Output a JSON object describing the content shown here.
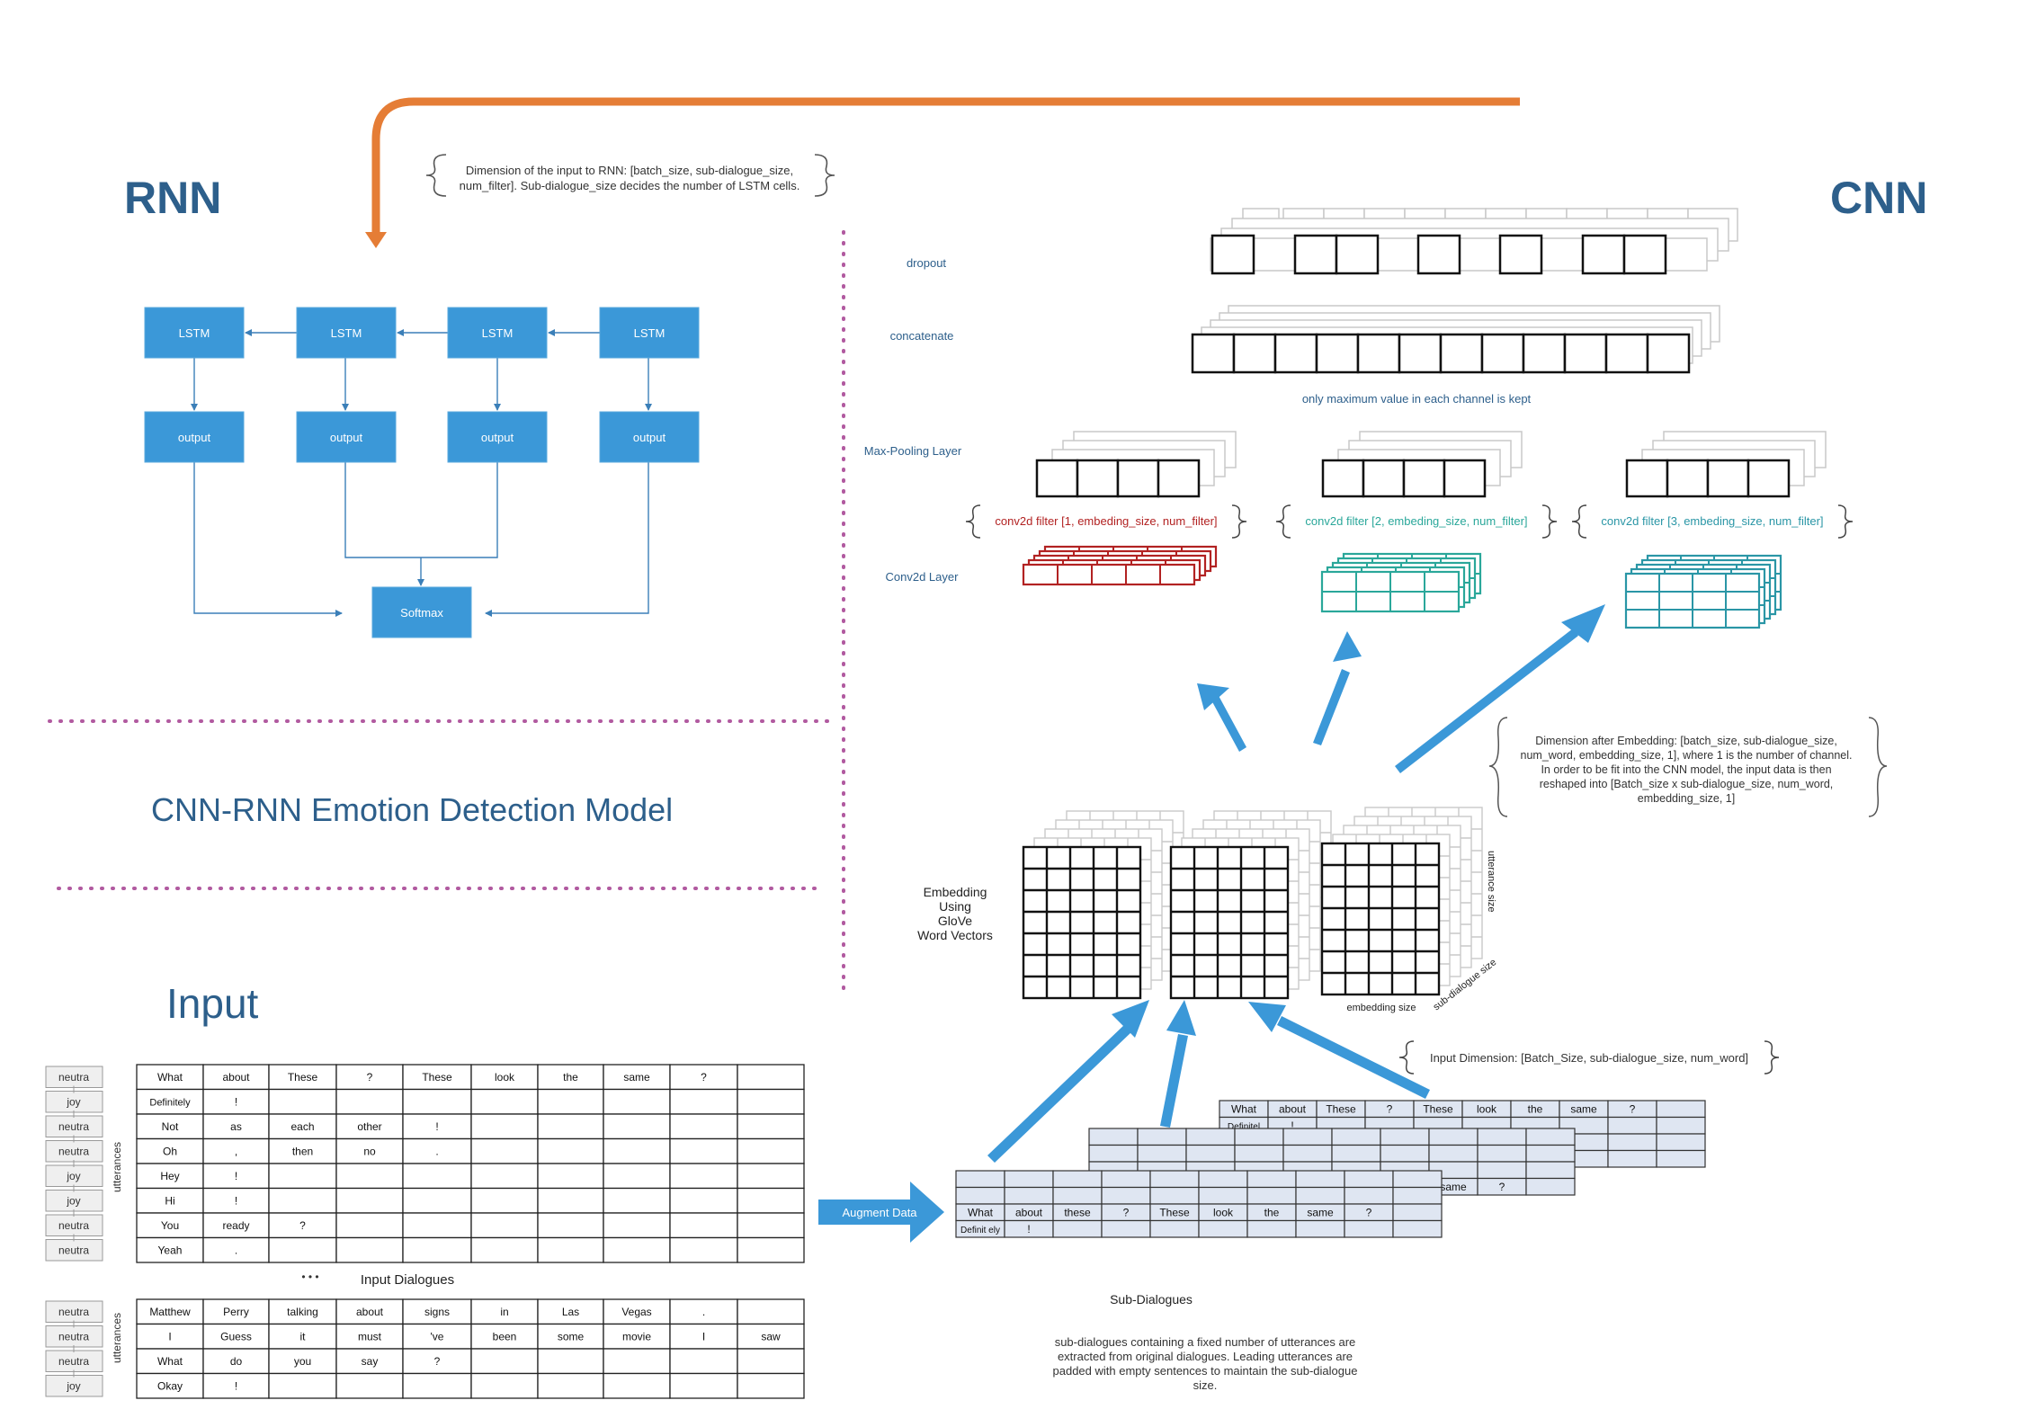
{
  "sections": {
    "rnn": "RNN",
    "cnn": "CNN",
    "model_title": "CNN-RNN Emotion Detection Model",
    "input": "Input"
  },
  "rnn": {
    "dimension_note_1": "Dimension of the input to RNN: [batch_size, sub-dialogue_size,",
    "dimension_note_2": "num_filter]. Sub-dialogue_size decides the number of LSTM cells.",
    "lstm_label": "LSTM",
    "output_label": "output",
    "softmax_label": "Softmax"
  },
  "cnn": {
    "layer_dropout": "dropout",
    "layer_concatenate": "concatenate",
    "layer_maxpool": "Max-Pooling Layer",
    "layer_conv2d": "Conv2d Layer",
    "max_note": "only maximum value in each channel is kept",
    "filters": [
      "conv2d filter [1, embeding_size, num_filter]",
      "conv2d filter [2, embeding_size, num_filter]",
      "conv2d filter [3, embeding_size, num_filter]"
    ],
    "embed_note": [
      "Dimension after Embedding: [batch_size, sub-dialogue_size,",
      "num_word, embedding_size, 1], where 1 is the number of channel.",
      "In order to be fit into the CNN model, the input data is then",
      "reshaped into [Batch_size x sub-dialogue_size, num_word,",
      "embedding_size, 1]"
    ],
    "embedding_label": [
      "Embedding",
      "Using",
      "GloVe",
      "Word Vectors"
    ],
    "utterance_size": "utterance size",
    "embedding_size": "embedding size",
    "subdialogue_size": "sub-dialogue size",
    "input_dim": "Input Dimension: [Batch_Size, sub-dialogue_size, num_word]"
  },
  "input": {
    "utterances_label": "utterances",
    "dialogue1_emotions": [
      "neutra",
      "joy",
      "neutra",
      "neutra",
      "joy",
      "joy",
      "neutra",
      "neutra"
    ],
    "dialogue1_rows": [
      [
        "What",
        "about",
        "These",
        "?",
        "These",
        "look",
        "the",
        "same",
        "?",
        ""
      ],
      [
        "Definitely",
        "!",
        "",
        "",
        "",
        "",
        "",
        "",
        "",
        ""
      ],
      [
        "Not",
        "as",
        "each",
        "other",
        "!",
        "",
        "",
        "",
        "",
        ""
      ],
      [
        "Oh",
        ",",
        "then",
        "no",
        ".",
        "",
        "",
        "",
        "",
        ""
      ],
      [
        "Hey",
        "!",
        "",
        "",
        "",
        "",
        "",
        "",
        "",
        ""
      ],
      [
        "Hi",
        "!",
        "",
        "",
        "",
        "",
        "",
        "",
        "",
        ""
      ],
      [
        "You",
        "ready",
        "?",
        "",
        "",
        "",
        "",
        "",
        "",
        ""
      ],
      [
        "Yeah",
        ".",
        "",
        "",
        "",
        "",
        "",
        "",
        "",
        ""
      ]
    ],
    "dots": "• • •",
    "caption": "Input Dialogues",
    "dialogue2_emotions": [
      "neutra",
      "neutra",
      "neutra",
      "joy"
    ],
    "dialogue2_rows": [
      [
        "Matthew",
        "Perry",
        "talking",
        "about",
        "signs",
        "in",
        "Las",
        "Vegas",
        ".",
        ""
      ],
      [
        "I",
        "Guess",
        "it",
        "must",
        "'ve",
        "been",
        "some",
        "movie",
        "I",
        "saw"
      ],
      [
        "What",
        "do",
        "you",
        "say",
        "?",
        "",
        "",
        "",
        "",
        ""
      ],
      [
        "Okay",
        "!",
        "",
        "",
        "",
        "",
        "",
        "",
        "",
        ""
      ]
    ]
  },
  "augment_label": "Augment Data",
  "subdialogues": {
    "title": "Sub-Dialogues",
    "note": [
      "sub-dialogues containing a fixed number of utterances are",
      "extracted from original dialogues. Leading utterances are",
      "padded with empty sentences to maintain the sub-dialogue",
      "size."
    ],
    "front_rows": [
      [
        "What",
        "about",
        "these",
        "?",
        "These",
        "look",
        "the",
        "same",
        "?",
        ""
      ],
      [
        "Definit ely",
        "!",
        "",
        "",
        "",
        "",
        "",
        "",
        "",
        ""
      ]
    ],
    "middle_rows": [
      [
        "What",
        "about",
        "these",
        "?",
        "These",
        "look",
        "the",
        "same",
        "?",
        ""
      ]
    ],
    "back_rows": [
      [
        "What",
        "about",
        "These",
        "?",
        "These",
        "look",
        "the",
        "same",
        "?",
        ""
      ],
      [
        "Definitel",
        "!",
        "",
        "",
        "",
        "",
        "",
        "",
        "",
        ""
      ],
      [
        "Not",
        "as",
        "each",
        "other",
        "!",
        "",
        "",
        "",
        "",
        ""
      ],
      [
        "Oh",
        ",",
        "then",
        "no",
        ".",
        "",
        "",
        "",
        "",
        ""
      ]
    ]
  },
  "colors": {
    "lstm_blue": "#3b98d8",
    "arrow_orange": "#e57d36",
    "dotted_pink": "#b15aa0",
    "conv_red": "#b22222",
    "conv_teal": "#2aa79a",
    "conv_teal2": "#2a96a6",
    "title_blue": "#2d5f8b",
    "sub_fill": "#dfe6f2"
  }
}
